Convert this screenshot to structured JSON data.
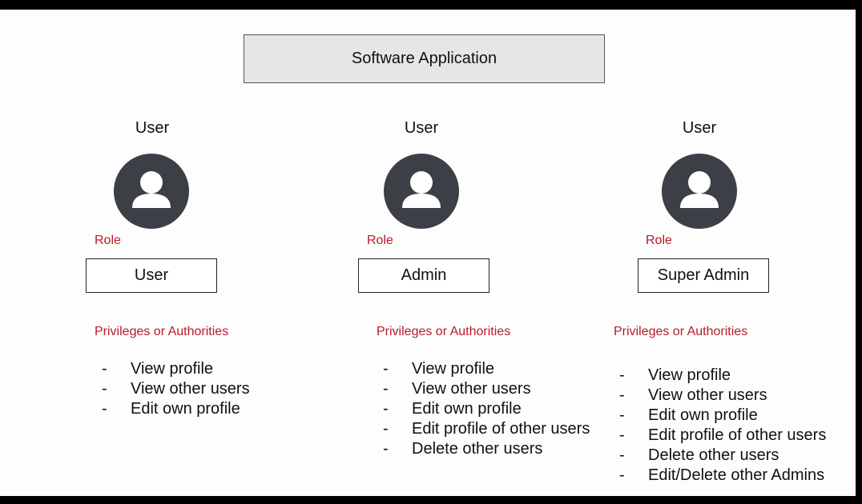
{
  "app_title": "Software Application",
  "columns": [
    {
      "title": "User",
      "role_label": "Role",
      "role": "User",
      "privileges_label": "Privileges or Authorities",
      "privileges": [
        "View profile",
        "View other users",
        "Edit own profile"
      ]
    },
    {
      "title": "User",
      "role_label": "Role",
      "role": "Admin",
      "privileges_label": "Privileges or Authorities",
      "privileges": [
        "View profile",
        "View other users",
        "Edit own profile",
        "Edit profile of other users",
        "Delete other users"
      ]
    },
    {
      "title": "User",
      "role_label": "Role",
      "role": "Super Admin",
      "privileges_label": "Privileges or Authorities",
      "privileges": [
        "View profile",
        "View other users",
        "Edit own profile",
        "Edit profile of other users",
        "Delete other users",
        "Edit/Delete other Admins"
      ]
    }
  ],
  "list_bullet": "-",
  "colors": {
    "accent": "#b51c2a",
    "avatar": "#3d3f47",
    "app_box": "#e6e6e8"
  },
  "icons": {
    "avatar": "user-avatar-icon"
  }
}
